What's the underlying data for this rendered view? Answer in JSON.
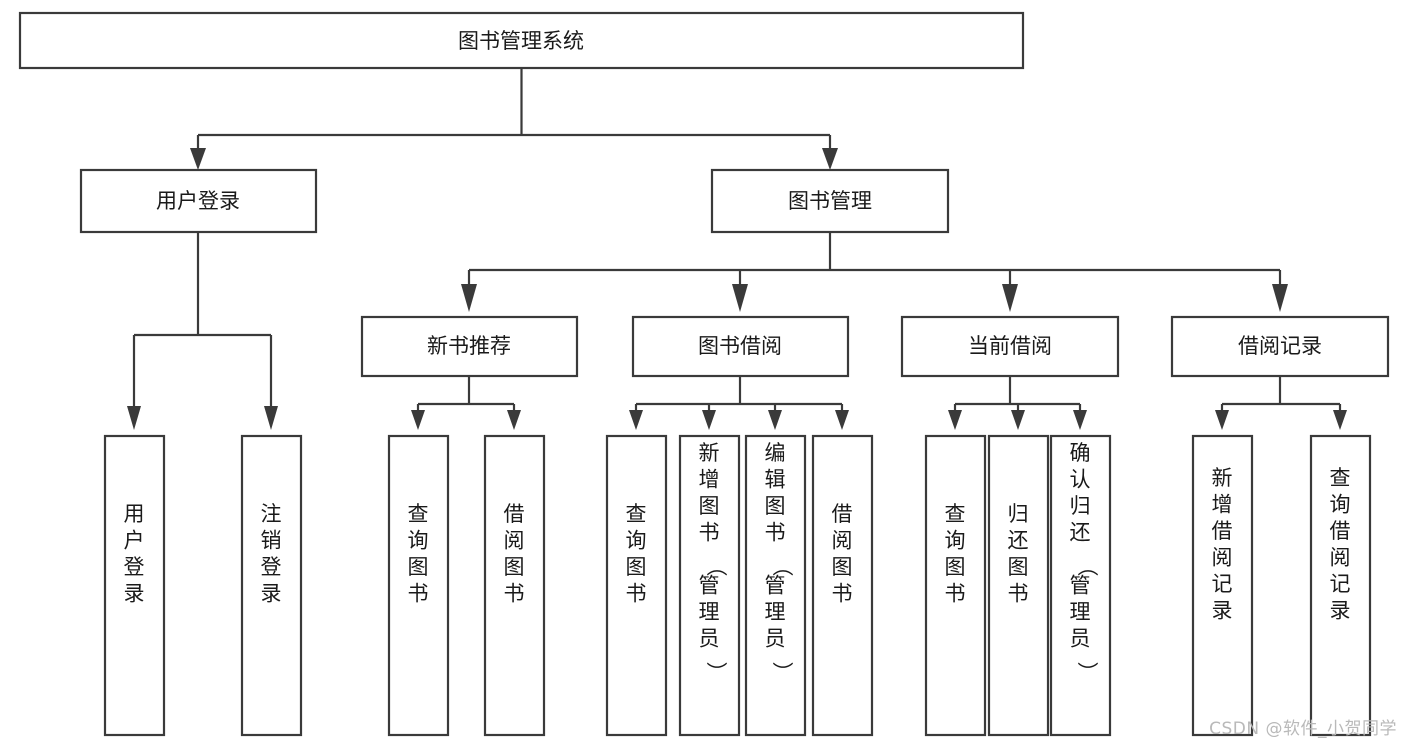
{
  "diagram": {
    "kind": "tree-hierarchy-chart",
    "title": "图书管理系统",
    "background_color": "#ffffff",
    "line_color": "#3a3a3a",
    "text_color": "#1a1a1a",
    "levels": {
      "root": {
        "label": "图书管理系统"
      },
      "level2": [
        {
          "label": "用户登录"
        },
        {
          "label": "图书管理"
        }
      ],
      "level3": [
        {
          "label": "新书推荐"
        },
        {
          "label": "图书借阅"
        },
        {
          "label": "当前借阅"
        },
        {
          "label": "借阅记录"
        }
      ],
      "leaves": {
        "user_login": [
          {
            "label": "用户登录"
          },
          {
            "label": "注销登录"
          }
        ],
        "new_book_recommend": [
          {
            "label": "查询图书"
          },
          {
            "label": "借阅图书"
          }
        ],
        "book_borrow": [
          {
            "label": "查询图书"
          },
          {
            "label": "新增图书（管理员）"
          },
          {
            "label": "编辑图书（管理员）"
          },
          {
            "label": "借阅图书"
          }
        ],
        "current_borrow": [
          {
            "label": "查询图书"
          },
          {
            "label": "归还图书"
          },
          {
            "label": "确认归还（管理员）"
          }
        ],
        "borrow_records": [
          {
            "label": "新增借阅记录"
          },
          {
            "label": "查询借阅记录"
          }
        ]
      }
    }
  },
  "watermark": {
    "text": "CSDN @软件_小贺同学"
  }
}
